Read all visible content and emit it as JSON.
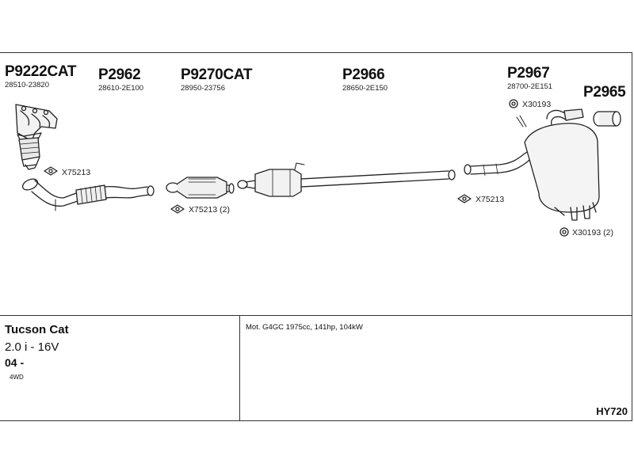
{
  "parts": [
    {
      "part_no": "P9222CAT",
      "oe_no": "28510-23820"
    },
    {
      "part_no": "P2962",
      "oe_no": "28610-2E100"
    },
    {
      "part_no": "P9270CAT",
      "oe_no": "28950-23756"
    },
    {
      "part_no": "P2966",
      "oe_no": "28650-2E150"
    },
    {
      "part_no": "P2967",
      "oe_no": "28700-2E151"
    },
    {
      "part_no": "P2965",
      "oe_no": ""
    }
  ],
  "accessories": [
    {
      "label": "X75213"
    },
    {
      "label": "X75213 (2)"
    },
    {
      "label": "X75213"
    },
    {
      "label": "X30193"
    },
    {
      "label": "X30193 (2)"
    }
  ],
  "vehicle": {
    "model": "Tucson Cat",
    "engine": "2.0 i - 16V",
    "year": "04 -",
    "drive": "4WD"
  },
  "engine_info": "Mot. G4GC 1975cc, 141hp, 104kW",
  "diagram_code": "HY720"
}
